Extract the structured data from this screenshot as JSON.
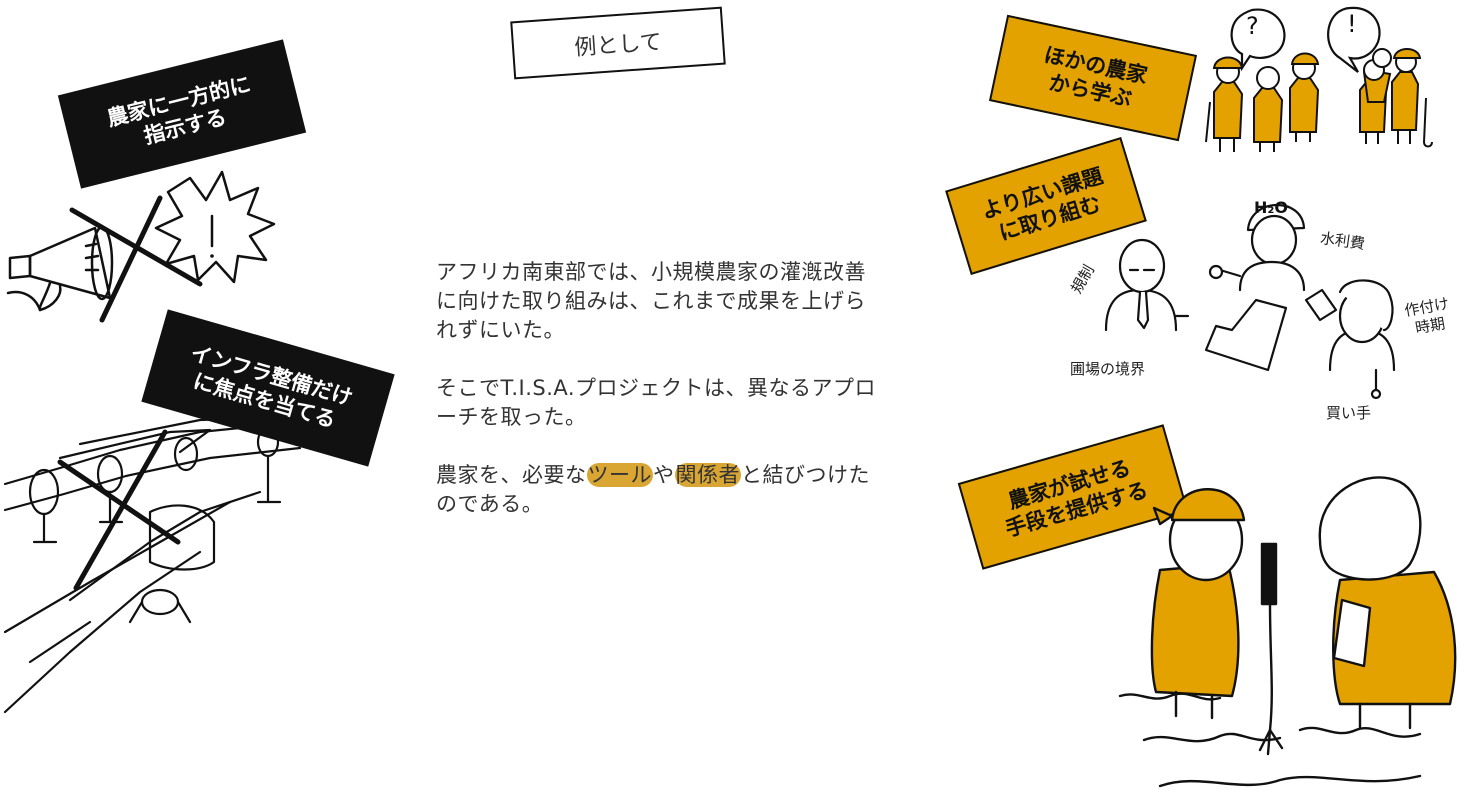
{
  "example_label": "例として",
  "left_tags": {
    "top": "農家に一方的に\n指示する",
    "bottom": "インフラ整備だけ\nに焦点を当てる"
  },
  "body_text": {
    "p1": "アフリカ南東部では、小規模農家の灌漑改善に向けた取り組みは、これまで成果を上げられずにいた。",
    "p2": "そこでT.I.S.A.プロジェクトは、異なるアプローチを取った。",
    "p3_prefix": "農家を、必要な",
    "p3_hl1": "ツール",
    "p3_mid": "や",
    "p3_hl2": "関係者",
    "p3_suffix": "と結びつけたのである。"
  },
  "right_tags": {
    "learn": "ほかの農家\nから学ぶ",
    "wider": "より広い課題\nに取り組む",
    "try": "農家が試せる\n手段を提供する"
  },
  "bubbles": {
    "question": "?",
    "exclaim": "!"
  },
  "stakeholder_labels": {
    "regulation": "規制",
    "water_fee": "水利費",
    "planting_time": "作付け\n時期",
    "field_boundary": "圃場の境界",
    "buyer": "買い手",
    "h2o": "H₂O"
  },
  "colors": {
    "gold": "#e3a200",
    "highlight": "#d9a634",
    "ink": "#111111"
  }
}
